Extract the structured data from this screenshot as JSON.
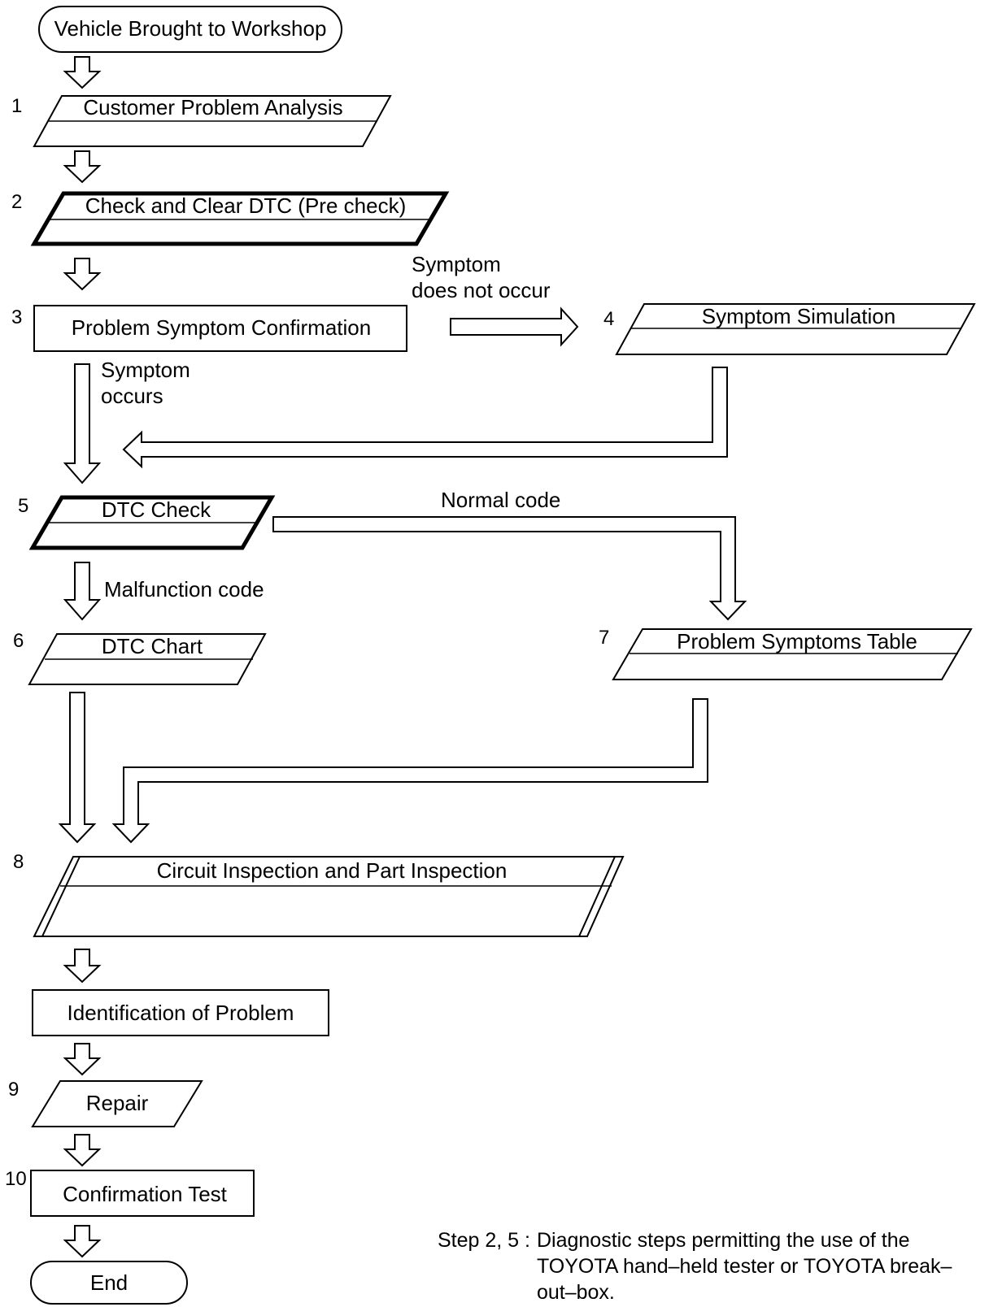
{
  "start": "Vehicle Brought to Workshop",
  "steps": {
    "s1": {
      "number": "1",
      "label": "Customer Problem Analysis"
    },
    "s2": {
      "number": "2",
      "label": "Check and Clear DTC (Pre check)"
    },
    "s3": {
      "number": "3",
      "label": "Problem Symptom Confirmation"
    },
    "s4": {
      "number": "4",
      "label": "Symptom Simulation"
    },
    "s5": {
      "number": "5",
      "label": "DTC Check"
    },
    "s6": {
      "number": "6",
      "label": "DTC Chart"
    },
    "s7": {
      "number": "7",
      "label": "Problem Symptoms Table"
    },
    "s8": {
      "number": "8",
      "label": "Circuit Inspection and Part Inspection"
    },
    "identification": {
      "label": "Identification of Problem"
    },
    "s9": {
      "number": "9",
      "label": "Repair"
    },
    "s10": {
      "number": "10",
      "label": "Confirmation Test"
    }
  },
  "end": "End",
  "edge_labels": {
    "symptom_not_occur_1": "Symptom",
    "symptom_not_occur_2": "does not occur",
    "symptom_occurs_1": "Symptom",
    "symptom_occurs_2": "occurs",
    "normal_code": "Normal code",
    "malfunction_code": "Malfunction code"
  },
  "note": {
    "key": "Step 2, 5 :",
    "text": "Diagnostic steps permitting the use of the TOYOTA hand–held tester or TOYOTA break–out–box."
  }
}
